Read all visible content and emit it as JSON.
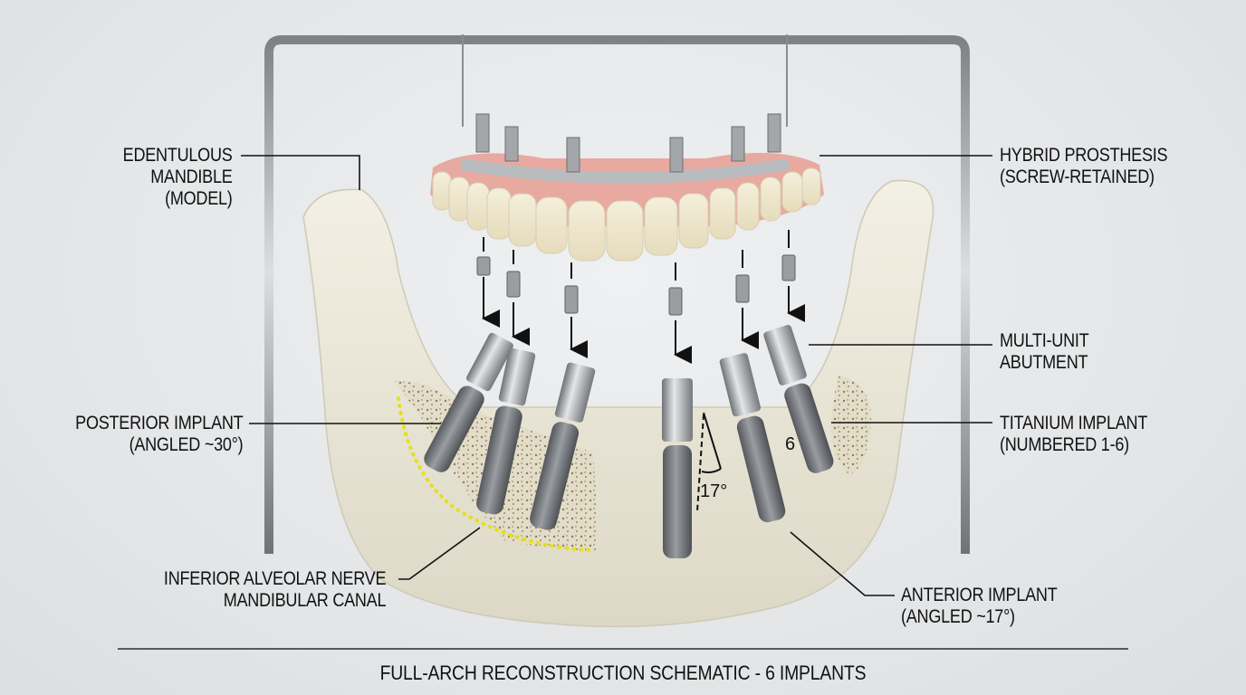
{
  "diagram": {
    "title": "FULL-ARCH RECONSTRUCTION SCHEMATIC - 6 IMPLANTS",
    "labels": {
      "edentulous_mandible": {
        "line1": "EDENTULOUS",
        "line2": "MANDIBLE",
        "line3": "(MODEL)"
      },
      "hybrid_prosthesis": {
        "line1": "HYBRID PROSTHESIS",
        "line2": "(SCREW-RETAINED)"
      },
      "multi_unit_abutment": {
        "line1": "MULTI-UNIT",
        "line2": "ABUTMENT"
      },
      "titanium_implant": {
        "line1": "TITANIUM IMPLANT",
        "line2": "(NUMBERED 1-6)"
      },
      "posterior_implant": {
        "line1": "POSTERIOR IMPLANT",
        "line2": "(ANGLED ~30°)"
      },
      "inferior_alveolar_nerve": {
        "line1": "INFERIOR ALVEOLAR NERVE",
        "line2": "MANDIBULAR CANAL"
      },
      "anterior_implant": {
        "line1": "ANTERIOR IMPLANT",
        "line2": "(ANGLED ~17°)"
      }
    },
    "annotations": {
      "angle": "17°",
      "implant_number": "6"
    },
    "implant_count": 6,
    "colors": {
      "background": "#e6e8ea",
      "bone": "#ece8da",
      "gingiva": "#e8a9a0",
      "teeth": "#f1ebd6",
      "titanium": "#8c8f93",
      "nerve_dots": "#e5e01c",
      "leader_lines": "#111111"
    }
  }
}
